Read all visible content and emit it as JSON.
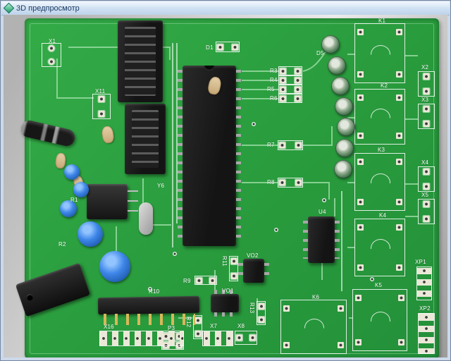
{
  "window": {
    "title": "3D предпросмотр",
    "icon": "gem-icon"
  },
  "colors": {
    "board_green": "#2DA23F",
    "silkscreen": "#FFFFFF",
    "titlebar_top": "#F2F8FE",
    "titlebar_bottom": "#BED3EA",
    "capacitor_blue": "#3E86E8"
  },
  "board": {
    "labels": [
      "X1",
      "X11",
      "D1",
      "R3",
      "R4",
      "R5",
      "R6",
      "R7",
      "R8",
      "D5",
      "K1",
      "K2",
      "K3",
      "K4",
      "K5",
      "K6",
      "U4",
      "VO2",
      "VO1",
      "R9",
      "R10",
      "R11",
      "R12",
      "R13",
      "X16",
      "P3",
      "X7",
      "X8",
      "X2",
      "X3",
      "X4",
      "X5",
      "XP1",
      "XP2",
      "Y6",
      "R1",
      "R2"
    ]
  }
}
